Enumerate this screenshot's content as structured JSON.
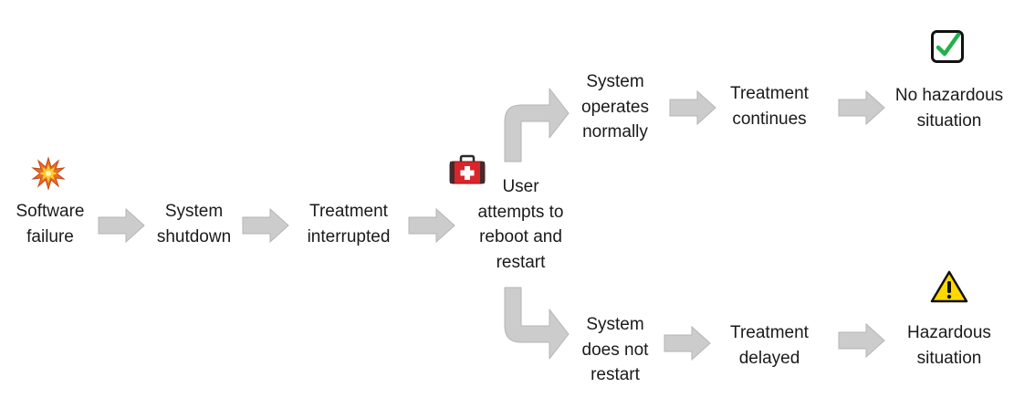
{
  "nodes": {
    "software_failure": [
      "Software",
      "failure"
    ],
    "system_shutdown": [
      "System",
      "shutdown"
    ],
    "treatment_interrupted": [
      "Treatment",
      "interrupted"
    ],
    "user_attempts": [
      "User",
      "attempts to",
      "reboot and",
      "restart"
    ],
    "system_operates": [
      "System",
      "operates",
      "normally"
    ],
    "treatment_continues": [
      "Treatment",
      "continues"
    ],
    "no_hazardous": [
      "No hazardous",
      "situation"
    ],
    "system_does_not": [
      "System",
      "does not",
      "restart"
    ],
    "treatment_delayed": [
      "Treatment",
      "delayed"
    ],
    "hazardous": [
      "Hazardous",
      "situation"
    ]
  },
  "icons": {
    "failure": "explosion-icon",
    "user": "first-aid-kit-icon",
    "success": "checkmark-icon",
    "hazard": "warning-icon"
  },
  "colors": {
    "arrow_fill": "#cccccc",
    "arrow_stroke": "#b5b5b5",
    "check_green": "#22b14c",
    "warning_yellow": "#ffd800",
    "kit_red": "#d9262b",
    "text": "#1a1a1a"
  }
}
